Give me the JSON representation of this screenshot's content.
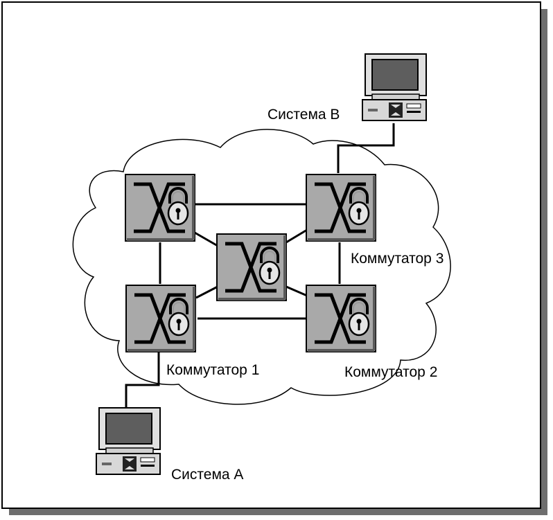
{
  "diagram": {
    "systems": [
      {
        "id": "system-b",
        "label": "Система B"
      },
      {
        "id": "system-a",
        "label": "Система A"
      }
    ],
    "switches": [
      {
        "id": "switch-1",
        "label": "Коммутатор 1"
      },
      {
        "id": "switch-2",
        "label": "Коммутатор 2"
      },
      {
        "id": "switch-3",
        "label": "Коммутатор 3"
      },
      {
        "id": "switch-center",
        "label": ""
      }
    ],
    "icons": {
      "switch": "switch-icon",
      "lock": "padlock-icon",
      "computer": "computer-icon",
      "network": "cloud-icon"
    },
    "colors": {
      "switch_fill": "#a9a9a9",
      "frame_shadow": "#6e6e6e",
      "outline": "#000000"
    }
  }
}
